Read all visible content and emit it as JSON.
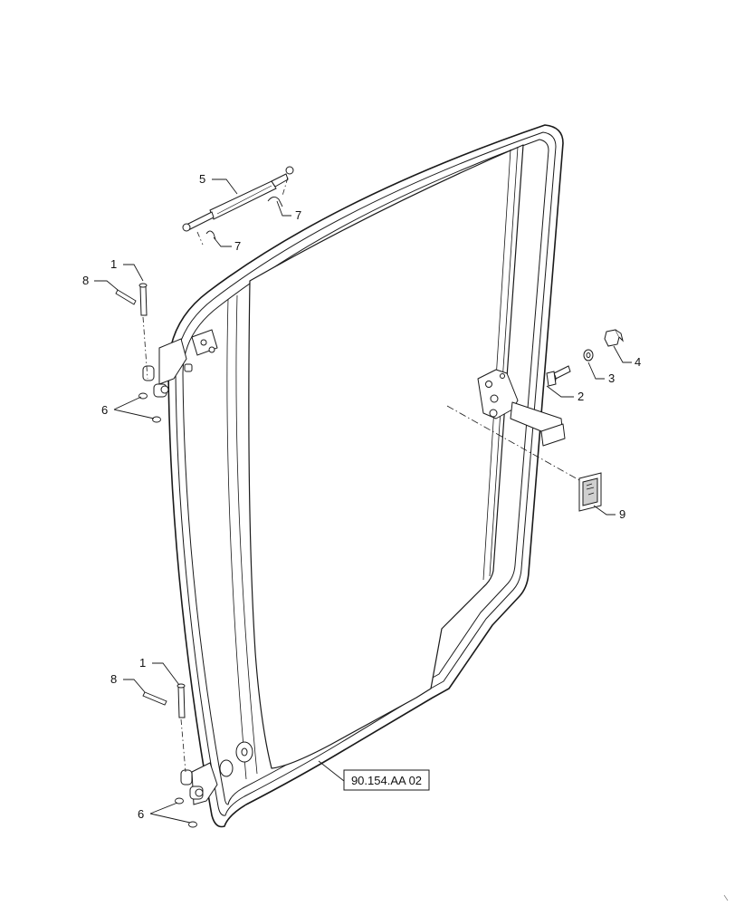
{
  "diagram": {
    "callouts": [
      {
        "id": "c1a",
        "label": "1"
      },
      {
        "id": "c1b",
        "label": "1"
      },
      {
        "id": "c2",
        "label": "2"
      },
      {
        "id": "c3",
        "label": "3"
      },
      {
        "id": "c4",
        "label": "4"
      },
      {
        "id": "c5",
        "label": "5"
      },
      {
        "id": "c6a",
        "label": "6"
      },
      {
        "id": "c6b",
        "label": "6"
      },
      {
        "id": "c7a",
        "label": "7"
      },
      {
        "id": "c7b",
        "label": "7"
      },
      {
        "id": "c8a",
        "label": "8"
      },
      {
        "id": "c8b",
        "label": "8"
      },
      {
        "id": "c9",
        "label": "9"
      }
    ],
    "reference_box": "90.154.AA 02",
    "colors": {
      "line": "#1a1a1a",
      "frame_fill": "#f4f4f4",
      "glass": "#ffffff",
      "part_fill": "#e8e8e8"
    }
  }
}
